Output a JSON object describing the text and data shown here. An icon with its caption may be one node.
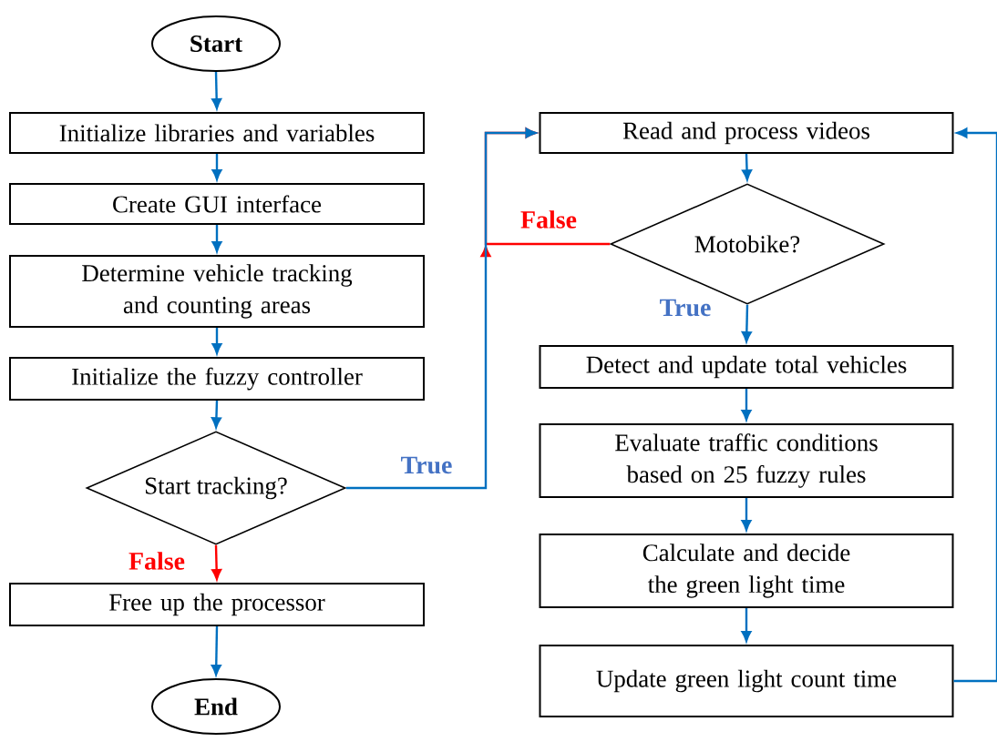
{
  "diagram": {
    "nodes": [
      {
        "text": [
          "Start"
        ]
      },
      {
        "text": [
          "Initialize libraries and variables"
        ]
      },
      {
        "text": [
          "Create GUI interface"
        ]
      },
      {
        "text": [
          "Determine vehicle tracking and counting areas"
        ]
      },
      {
        "text": [
          "Initialize the fuzzy controller"
        ]
      },
      {
        "text": [
          "Start tracking?"
        ]
      },
      {
        "text": [
          "Free up the processor"
        ]
      },
      {
        "text": [
          "End"
        ]
      },
      {
        "text": [
          "Read and process videos"
        ]
      },
      {
        "text": [
          "Motobike?"
        ]
      },
      {
        "text": [
          "Detect and update total vehicles"
        ]
      },
      {
        "text": [
          "Evaluate traffic conditions based on 25 fuzzy rules"
        ]
      },
      {
        "text": [
          "Calculate and decide the green light time"
        ]
      },
      {
        "text": [
          "Update green light count time"
        ]
      }
    ],
    "edges": [
      {
        "from": 0,
        "to": 1,
        "arrow": "to"
      },
      {
        "from": 1,
        "to": 2,
        "arrow": "to"
      },
      {
        "from": 2,
        "to": 3,
        "arrow": "to"
      },
      {
        "from": 3,
        "to": 4,
        "arrow": "to"
      },
      {
        "from": 4,
        "to": 5,
        "arrow": "to"
      },
      {
        "from": 5,
        "to": 6,
        "arrow": "to",
        "label": "False",
        "color": "#ff0000"
      },
      {
        "from": 6,
        "to": 7,
        "arrow": "to"
      },
      {
        "from": 5,
        "to": 8,
        "arrow": "to",
        "label": "True"
      },
      {
        "from": 8,
        "to": 9,
        "arrow": "to"
      },
      {
        "from": 9,
        "to": 8,
        "arrow": "to",
        "label": "False",
        "color": "#ff0000"
      },
      {
        "from": 9,
        "to": 10,
        "arrow": "to",
        "label": "True"
      },
      {
        "from": 10,
        "to": 11,
        "arrow": "to"
      },
      {
        "from": 11,
        "to": 12,
        "arrow": "to"
      },
      {
        "from": 12,
        "to": 13,
        "arrow": "to"
      },
      {
        "from": 13,
        "to": 8,
        "arrow": "to"
      }
    ]
  }
}
